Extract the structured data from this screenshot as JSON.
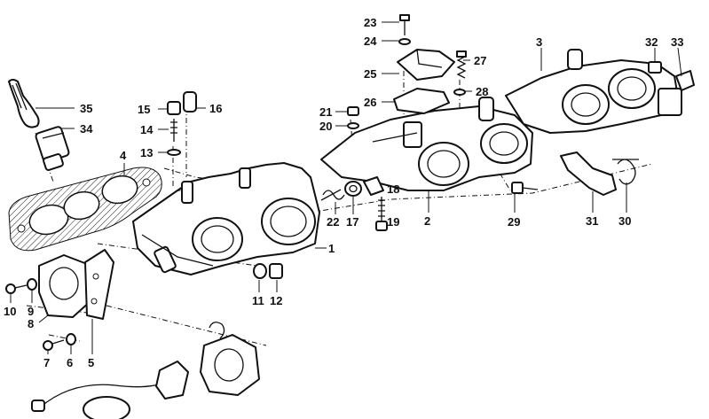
{
  "callouts": [
    {
      "id": "p1",
      "text": "1"
    },
    {
      "id": "p2",
      "text": "2"
    },
    {
      "id": "p3",
      "text": "3"
    },
    {
      "id": "p4",
      "text": "4"
    },
    {
      "id": "p5",
      "text": "5"
    },
    {
      "id": "p6",
      "text": "6"
    },
    {
      "id": "p7",
      "text": "7"
    },
    {
      "id": "p8",
      "text": "8"
    },
    {
      "id": "p9",
      "text": "9"
    },
    {
      "id": "p10",
      "text": "10"
    },
    {
      "id": "p11",
      "text": "11"
    },
    {
      "id": "p12",
      "text": "12"
    },
    {
      "id": "p13",
      "text": "13"
    },
    {
      "id": "p14",
      "text": "14"
    },
    {
      "id": "p15",
      "text": "15"
    },
    {
      "id": "p16",
      "text": "16"
    },
    {
      "id": "p17",
      "text": "17"
    },
    {
      "id": "p18",
      "text": "18"
    },
    {
      "id": "p19",
      "text": "19"
    },
    {
      "id": "p20",
      "text": "20"
    },
    {
      "id": "p21",
      "text": "21"
    },
    {
      "id": "p22",
      "text": "22"
    },
    {
      "id": "p23",
      "text": "23"
    },
    {
      "id": "p24",
      "text": "24"
    },
    {
      "id": "p25",
      "text": "25"
    },
    {
      "id": "p26",
      "text": "26"
    },
    {
      "id": "p27",
      "text": "27"
    },
    {
      "id": "p28",
      "text": "28"
    },
    {
      "id": "p29",
      "text": "29"
    },
    {
      "id": "p30",
      "text": "30"
    },
    {
      "id": "p31",
      "text": "31"
    },
    {
      "id": "p32",
      "text": "32"
    },
    {
      "id": "p33",
      "text": "33"
    },
    {
      "id": "p34",
      "text": "34"
    },
    {
      "id": "p35",
      "text": "35"
    }
  ]
}
